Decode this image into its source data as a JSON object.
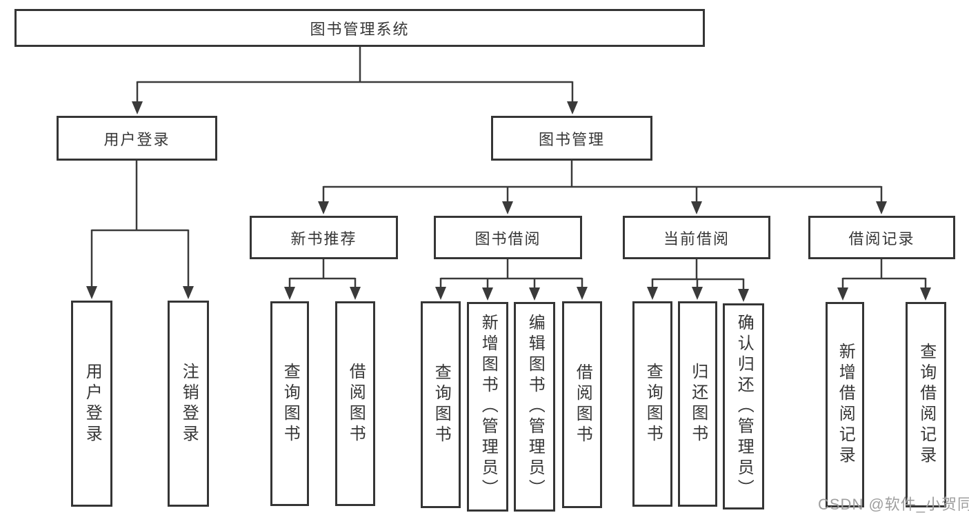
{
  "tree": {
    "root": {
      "label": "图书管理系统"
    },
    "children": [
      {
        "label": "用户登录",
        "children": [
          {
            "label": "用户登录"
          },
          {
            "label": "注销登录"
          }
        ]
      },
      {
        "label": "图书管理",
        "children": [
          {
            "label": "新书推荐",
            "children": [
              {
                "label": "查询图书"
              },
              {
                "label": "借阅图书"
              }
            ]
          },
          {
            "label": "图书借阅",
            "children": [
              {
                "label": "查询图书"
              },
              {
                "label": "新增图书（管理员）"
              },
              {
                "label": "编辑图书（管理员）"
              },
              {
                "label": "借阅图书"
              }
            ]
          },
          {
            "label": "当前借阅",
            "children": [
              {
                "label": "查询图书"
              },
              {
                "label": "归还图书"
              },
              {
                "label": "确认归还（管理员）"
              }
            ]
          },
          {
            "label": "借阅记录",
            "children": [
              {
                "label": "新增借阅记录"
              },
              {
                "label": "查询借阅记录"
              }
            ]
          }
        ]
      }
    ]
  },
  "watermark": {
    "text": "CSDN @软件_小贺同学"
  },
  "colors": {
    "line": "#3a3a3a",
    "border": "#353535",
    "text": "#363636",
    "watermark": "#9e9e9e",
    "background": "#ffffff"
  }
}
